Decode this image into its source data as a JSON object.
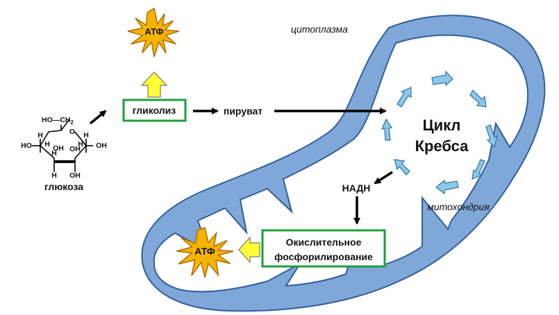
{
  "labels": {
    "cytoplasm": "цитоплазма",
    "glycolysis": "гликолиз",
    "pyruvate": "пируват",
    "krebs_line1": "Цикл",
    "krebs_line2": "Кребса",
    "nadh": "НАДН",
    "mitochondrion": "митохондрия",
    "oxphos_line1": "Окислительное",
    "oxphos_line2": "фосфорилирование",
    "atp_top": "АТФ",
    "atp_bottom": "АТФ",
    "glucose": "глюкоза"
  },
  "glucose_structure": {
    "ch2": "HO—CH",
    "ch2_sub": "2",
    "ring_oxygen": "O",
    "h_labels": [
      "H",
      "H",
      "H",
      "H",
      "H"
    ],
    "oh_labels": [
      "OH",
      "OH",
      "OH"
    ],
    "ho_left": "HO",
    "oh_bottom_left": "H",
    "oh_bottom_mid": "OH"
  },
  "colors": {
    "membrane": "#7fa7d8",
    "membrane_stroke": "#2f5e9a",
    "process_box": "#1e9e3c",
    "atp_star": "#f4b400",
    "atp_star_stroke": "#b06a00",
    "yield_arrow": "#ffff33",
    "krebs_arrow": "#8ec8e8"
  }
}
